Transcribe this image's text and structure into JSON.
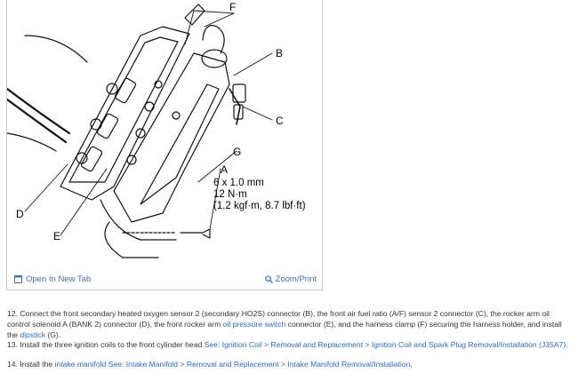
{
  "figure": {
    "callouts": {
      "a": "A",
      "b": "B",
      "c": "C",
      "d": "D",
      "e": "E",
      "f": "F",
      "g": "G"
    },
    "spec": {
      "line1": "6 x 1.0 mm",
      "line2": "12 N·m",
      "line3": "(1.2 kgf·m, 8.7 lbf·ft)"
    },
    "toolbar": {
      "open_new_tab": "Open In New Tab",
      "zoom_print": "Zoom/Print"
    }
  },
  "steps": {
    "s12": {
      "part1": "12. Connect the front secondary heated oxygen sensor 2 (secondary HO2S) connector (B), the front air fuel ratio (A/F) sensor 2 connector (C), the rocker arm oil control solenoid A (BANK 2) connector (D), the front rocker arm ",
      "link1": "oil pressure switch",
      "part2": " connector (E), and the harness clamp (F) securing the harness holder, and install the ",
      "link2": "dipstick",
      "part3": " (G)."
    },
    "s13": {
      "part1": "13. Install the three ignition coils to the front cylinder head ",
      "link1": "See: Ignition Coil > Removal and Replacement > Ignition Coil and Spark Plug Removal/Installation (J35A7)",
      "part2": "."
    },
    "s14": {
      "part1": "14. Install the ",
      "link1": "intake manifold",
      "part2": " ",
      "link2": "See: Intake Manifold > Removal and Replacement > Intake Manifold Removal/Installation",
      "part3": "."
    }
  },
  "colors": {
    "link": "#2f6eb5",
    "toolbar_link": "#4a6fa5",
    "border": "#c9c9c9"
  }
}
